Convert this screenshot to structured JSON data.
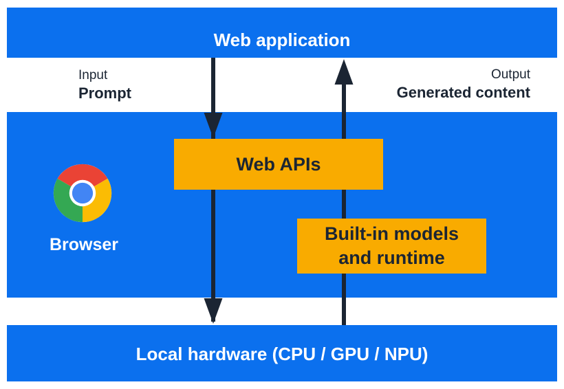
{
  "colors": {
    "blue": "#0b70ee",
    "amber": "#f9ab00",
    "navy": "#1b2533",
    "white": "#ffffff",
    "logo_red": "#ea4335",
    "logo_green": "#34a853",
    "logo_yellow": "#fbbc04",
    "logo_blue": "#4285f4"
  },
  "diagram": {
    "web_application": {
      "label": "Web application"
    },
    "input_flow": {
      "caption": "Input",
      "label": "Prompt"
    },
    "output_flow": {
      "caption": "Output",
      "label": "Generated content"
    },
    "browser": {
      "label": "Browser"
    },
    "web_apis": {
      "label": "Web APIs"
    },
    "builtin_models": {
      "label_line1": "Built-in models",
      "label_line2": "and runtime"
    },
    "local_hardware": {
      "label": "Local hardware (CPU / GPU / NPU)"
    }
  }
}
